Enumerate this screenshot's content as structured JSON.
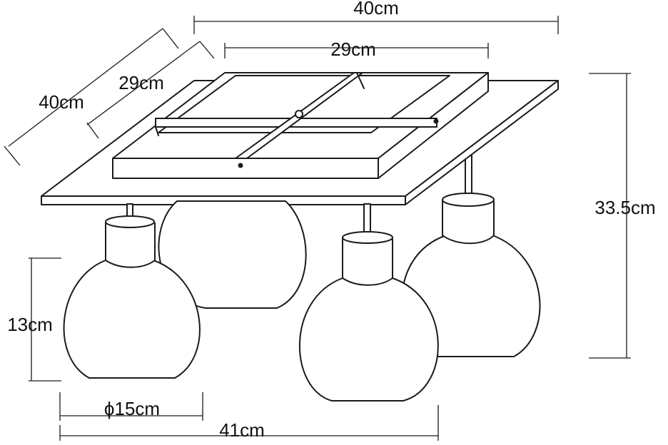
{
  "dimensions": {
    "top_width_outer": "40cm",
    "top_width_inner": "29cm",
    "depth_outer": "40cm",
    "depth_inner": "29cm",
    "total_height": "33.5cm",
    "shade_height": "13cm",
    "shade_diameter": "ϕ15cm",
    "total_width": "41cm"
  }
}
